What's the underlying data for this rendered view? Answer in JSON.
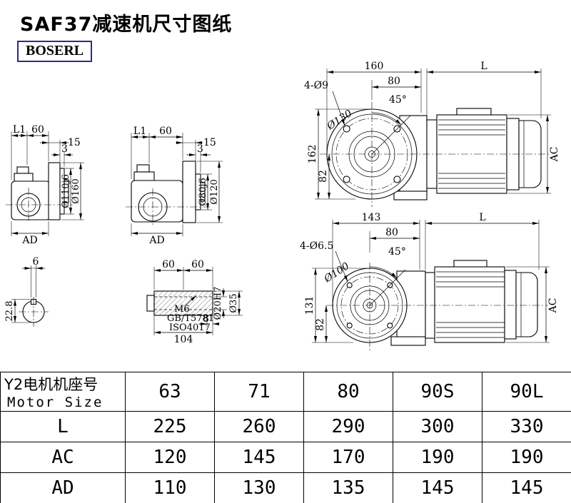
{
  "page": {
    "title": "SAF37减速机尺寸图纸",
    "logo": "BOSERL",
    "line_color": "#000000",
    "logo_border_color": "#2b2b8c",
    "background": "#ffffff"
  },
  "views": {
    "gearhead_side_small": {
      "dims": {
        "l1": "L1",
        "len60": "60",
        "len15": "15",
        "len3": "3",
        "pilot_dia": "Ø110j6",
        "flange_dia": "Ø160",
        "ad": "AD"
      }
    },
    "gearhead_side_large": {
      "dims": {
        "l1": "L1",
        "len60": "60",
        "len15": "15",
        "len3": "3",
        "pilot_dia": "Ø80j6",
        "flange_dia": "Ø120",
        "ad": "AD"
      }
    },
    "front_with_motor_top": {
      "dims": {
        "width": "160",
        "motor_len": "L",
        "holes": "4-Ø9",
        "len80": "80",
        "angle": "45°",
        "bolt_circle": "Ø130",
        "height": "162",
        "half_height": "82",
        "ac": "AC"
      }
    },
    "front_with_motor_bottom": {
      "dims": {
        "width": "143",
        "motor_len": "L",
        "holes": "4-Ø6.5",
        "len80": "80",
        "angle": "45°",
        "bolt_circle": "Ø100",
        "height": "131",
        "half_height": "82",
        "ac": "AC"
      }
    },
    "shaft_end": {
      "dims": {
        "key_width": "6",
        "key_height": "22.8"
      }
    },
    "shaft_detail": {
      "dims": {
        "seg1": "60",
        "seg2": "60",
        "thread": "M6",
        "std1": "GB/T5781",
        "std2": "ISO4017",
        "len8": "8",
        "len104": "104",
        "bore": "Ø20H7",
        "outer": "Ø35"
      }
    }
  },
  "table": {
    "motor_row": {
      "label_cn": "Y2电机机座号",
      "label_en": "Motor Size",
      "values": [
        "63",
        "71",
        "80",
        "90S",
        "90L"
      ]
    },
    "rows": [
      {
        "label": "L",
        "values": [
          "225",
          "260",
          "290",
          "300",
          "330"
        ]
      },
      {
        "label": "AC",
        "values": [
          "120",
          "145",
          "170",
          "190",
          "190"
        ]
      },
      {
        "label": "AD",
        "values": [
          "110",
          "130",
          "135",
          "145",
          "145"
        ]
      }
    ]
  }
}
